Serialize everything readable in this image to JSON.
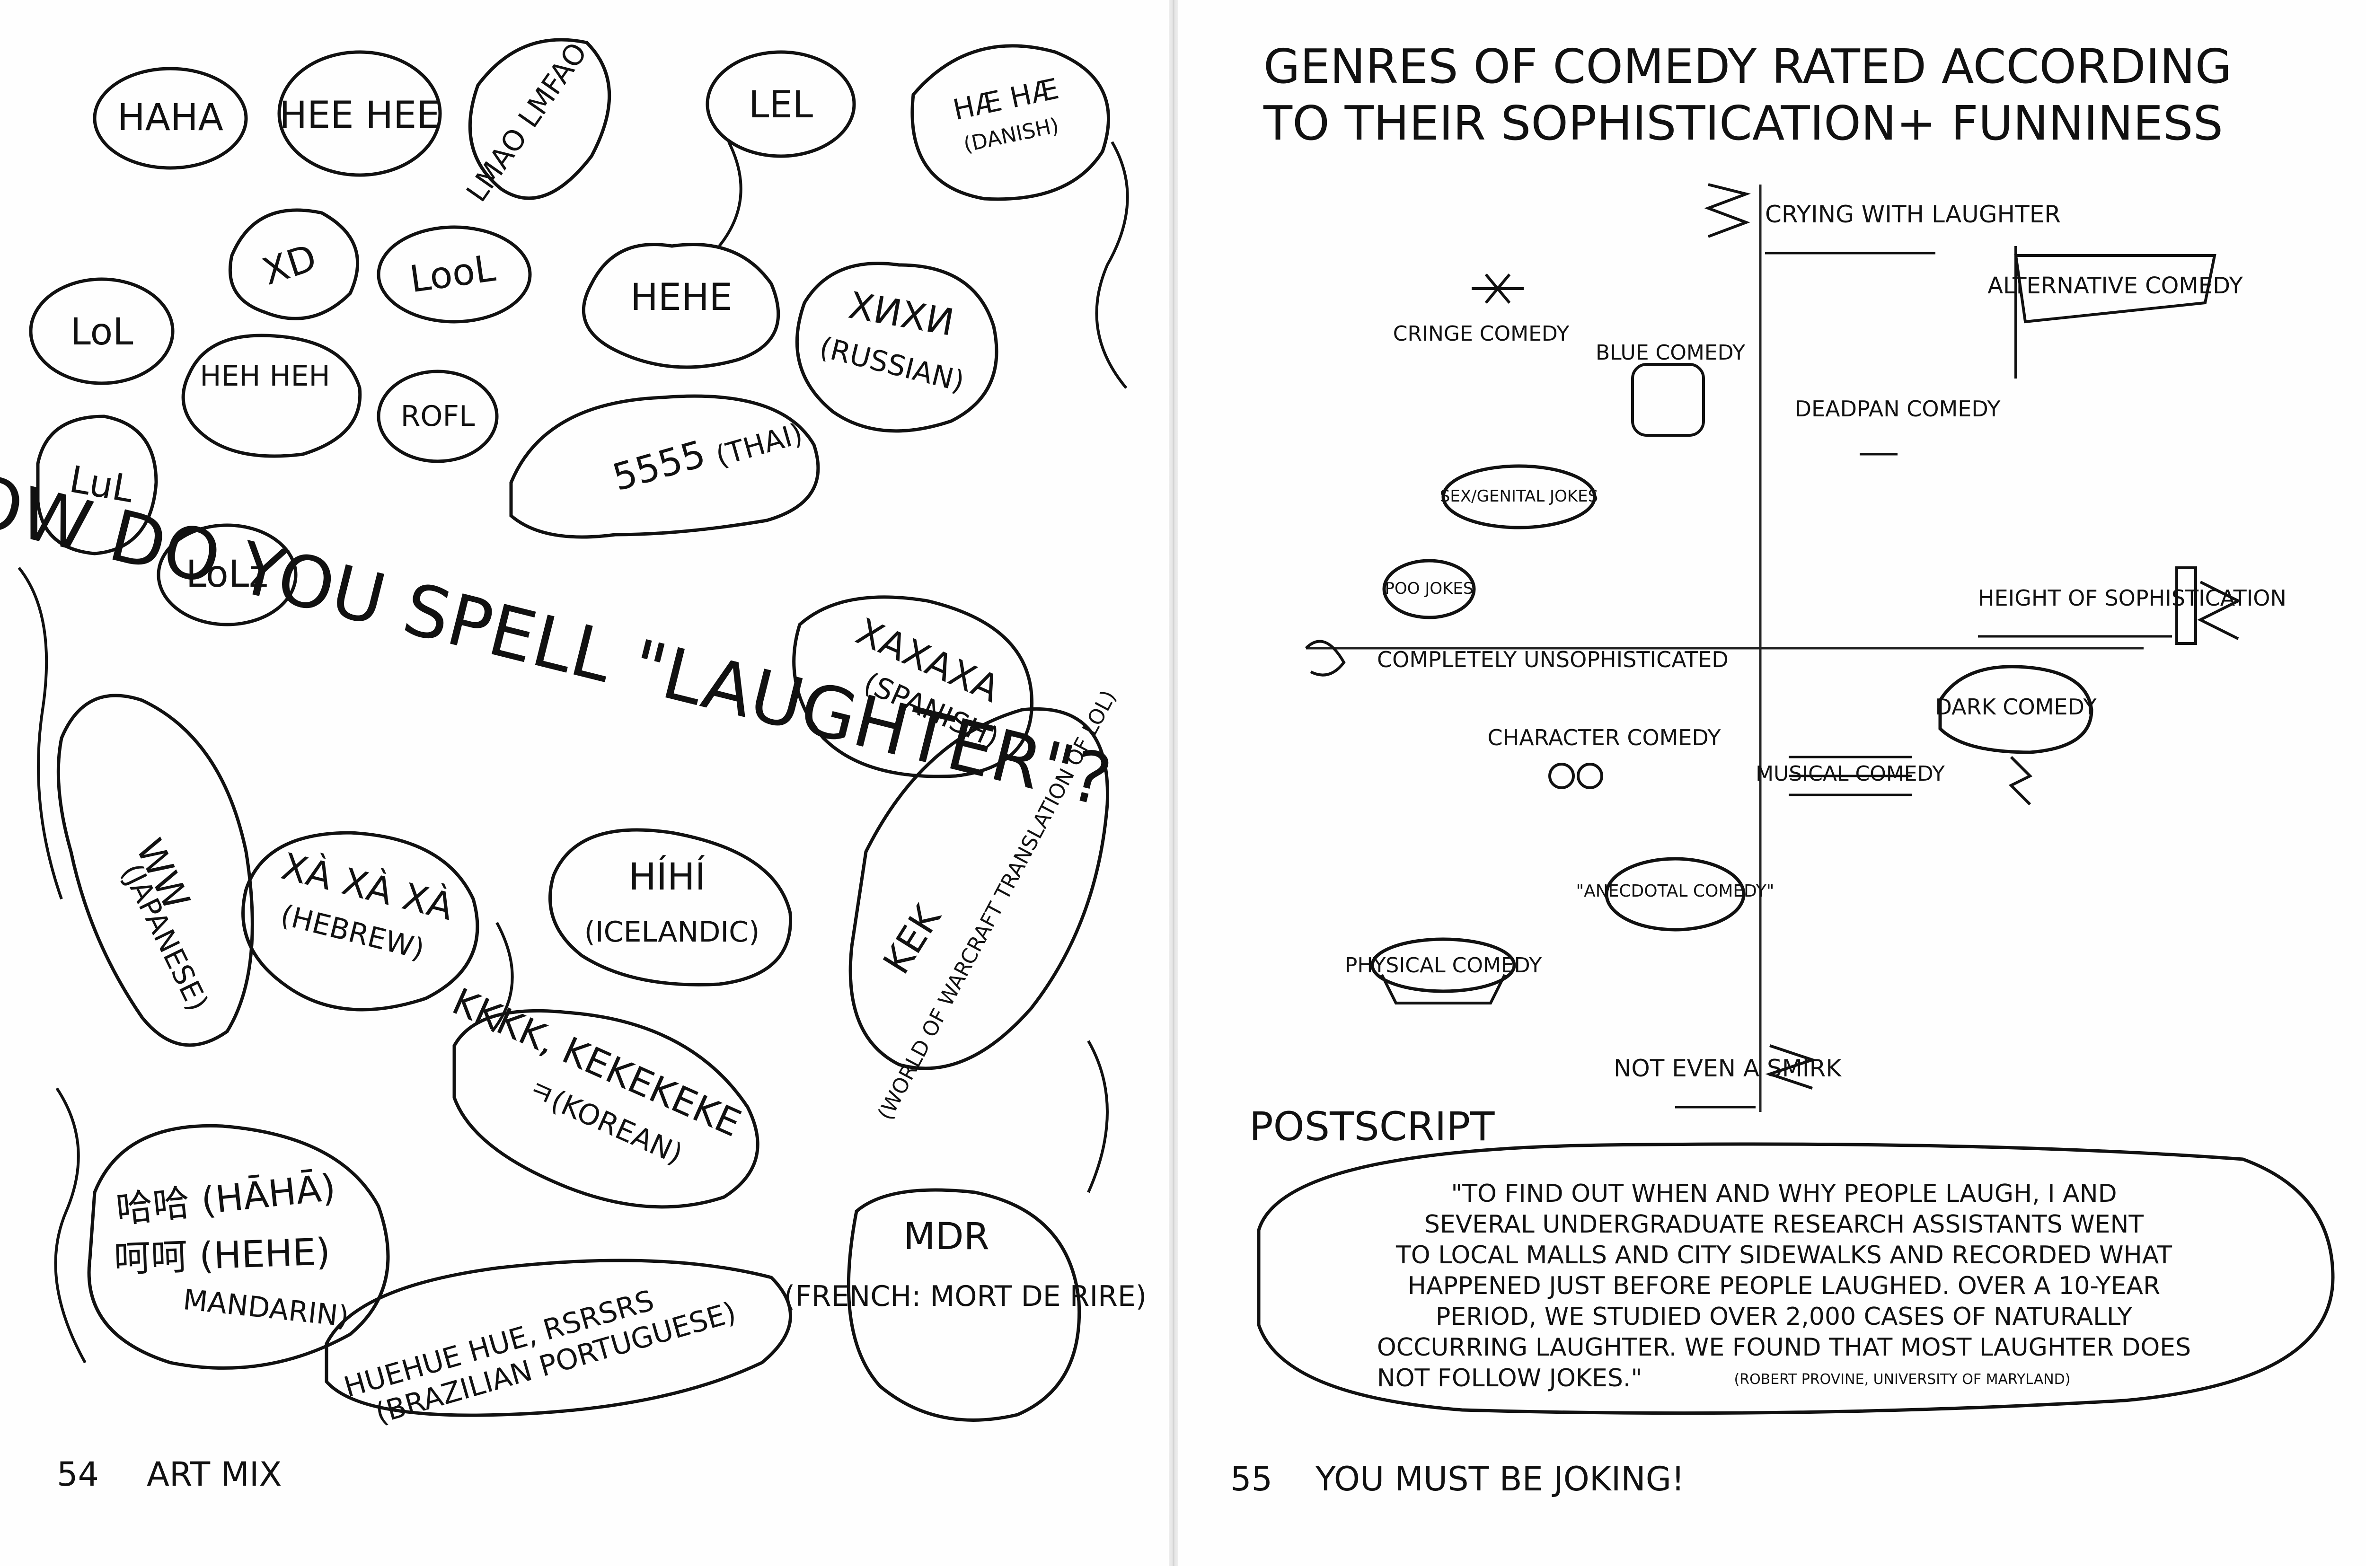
{
  "left_page": {
    "title": "HOW DO YOU SPELL \"LAUGHTER\"?",
    "page_number": "54",
    "section": "ART MIX",
    "bubbles": [
      {
        "text": "HAHA"
      },
      {
        "text": "HEE HEE"
      },
      {
        "text": "LMAO LMFAO"
      },
      {
        "text": "LEL"
      },
      {
        "text": "HÆ HÆ",
        "note": "(DANISH)"
      },
      {
        "text": "LoL"
      },
      {
        "text": "XD"
      },
      {
        "text": "LooL"
      },
      {
        "text": "HEHE"
      },
      {
        "text": "ХИХИ",
        "note": "(RUSSIAN)"
      },
      {
        "text": "HEH HEH"
      },
      {
        "text": "ROFL"
      },
      {
        "text": "LuL"
      },
      {
        "text": "LoLz"
      },
      {
        "text": "5555",
        "note": "(THAI)"
      },
      {
        "text": "XAXAXA",
        "note": "(SPANISH)"
      },
      {
        "text": "WW",
        "note": "(JAPANESE)"
      },
      {
        "text": "XÀ XÀ XÀ",
        "note": "(HEBREW)"
      },
      {
        "text": "HÍHÍ",
        "note": "(ICELANDIC)"
      },
      {
        "text": "KEK",
        "note": "(WORLD OF WARCRAFT TRANSLATION OF LOL)"
      },
      {
        "text": "KKKK, KEKEKEKE",
        "note": "ㅋ(KOREAN)"
      },
      {
        "text": "哈哈 (HĀHĀ)",
        "note": "呵呵 (HEHE)",
        "extra": "MANDARIN)"
      },
      {
        "text": "HUEHUE HUE, RSRSRS",
        "note": "(BRAZILIAN PORTUGUESE)"
      },
      {
        "text": "MDR",
        "note": "(FRENCH: MORT DE RIRE)"
      }
    ]
  },
  "right_page": {
    "title_line1": "GENRES OF COMEDY RATED ACCORDING",
    "title_line2": "TO THEIR SOPHISTICATION+ FUNNINESS",
    "page_number": "55",
    "section": "YOU MUST BE JOKING!",
    "postscript_heading": "POSTSCRIPT",
    "postscript_lines": [
      "\"TO FIND OUT WHEN AND WHY PEOPLE LAUGH, I AND",
      "SEVERAL UNDERGRADUATE RESEARCH ASSISTANTS WENT",
      "TO LOCAL MALLS AND CITY SIDEWALKS AND RECORDED WHAT",
      "HAPPENED JUST BEFORE PEOPLE LAUGHED. OVER A 10-YEAR",
      "PERIOD, WE STUDIED OVER 2,000 CASES OF NATURALLY",
      "OCCURRING LAUGHTER. WE FOUND THAT MOST LAUGHTER DOES",
      "NOT FOLLOW JOKES.\""
    ],
    "postscript_source": "(ROBERT PROVINE, UNIVERSITY OF MARYLAND)",
    "axis_labels": {
      "top": "CRYING WITH LAUGHTER",
      "bottom": "NOT EVEN A SMIRK",
      "left": "COMPLETELY UNSOPHISTICATED",
      "right": "HEIGHT OF SOPHISTICATION"
    },
    "genres": {
      "cringe": "CRINGE COMEDY",
      "blue": "BLUE COMEDY",
      "deadpan": "DEADPAN COMEDY",
      "alternative": "ALTERNATIVE COMEDY",
      "sex": "SEX/GENITAL JOKES",
      "poo": "POO JOKES",
      "dark": "DARK COMEDY",
      "character": "CHARACTER COMEDY",
      "musical": "MUSICAL COMEDY",
      "anecdotal": "\"ANECDOTAL COMEDY\"",
      "physical": "PHYSICAL COMEDY"
    }
  }
}
